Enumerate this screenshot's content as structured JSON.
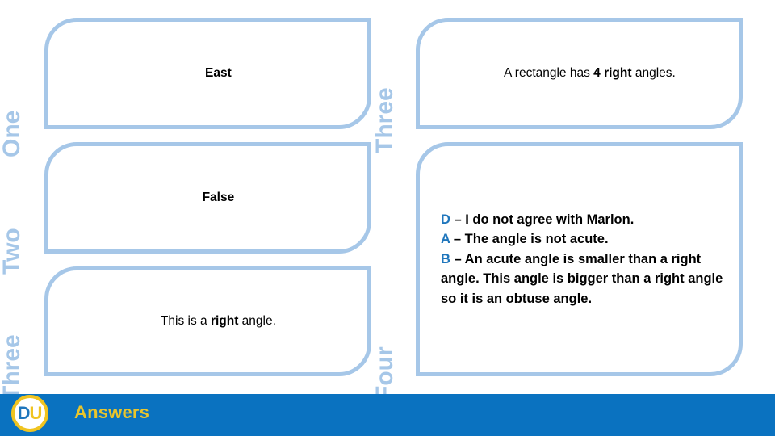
{
  "slide": {
    "background_color": "#ffffff",
    "box_border_color": "#a6c7e8",
    "side_label_color": "#a6c7e8",
    "accent_blue": "#1f76bc",
    "accent_gold": "#e9c52c",
    "footer_bar_color": "#0a72c0"
  },
  "left_column": [
    {
      "number_label": "One",
      "text_plain": "East",
      "parts": [
        {
          "text": "East",
          "style": "bold"
        }
      ]
    },
    {
      "number_label": "Two",
      "text_plain": "False",
      "parts": [
        {
          "text": "False",
          "style": "bold"
        }
      ]
    },
    {
      "number_label": "Three",
      "text_plain": "This is a right angle.",
      "parts": [
        {
          "text": "This is a ",
          "style": "regular"
        },
        {
          "text": "right",
          "style": "bold"
        },
        {
          "text": " angle.",
          "style": "regular"
        }
      ]
    }
  ],
  "right_column": [
    {
      "number_label": "Three",
      "text_plain": "A rectangle has 4 right angles.",
      "parts": [
        {
          "text": "A rectangle has ",
          "style": "regular"
        },
        {
          "text": "4 right",
          "style": "bold"
        },
        {
          "text": " angles.",
          "style": "regular"
        }
      ]
    },
    {
      "number_label": "Four",
      "text_plain": "D – I do not agree with Marlon.\nA – The angle is not acute.\nB – An acute angle is smaller than a right angle. This angle is bigger than a right angle so it is an obtuse angle.",
      "lines": [
        {
          "letter": "D",
          "body": " – I do not agree with Marlon."
        },
        {
          "letter": "A",
          "body": " – The angle is not acute."
        },
        {
          "letter": "B",
          "body": " – An acute angle is smaller than a right angle. This angle is bigger than a right angle so it is an obtuse angle."
        }
      ]
    }
  ],
  "footer": {
    "title": "Answers",
    "logo": {
      "name": "du-logo",
      "letter_first": "D",
      "letter_second": "U"
    }
  }
}
